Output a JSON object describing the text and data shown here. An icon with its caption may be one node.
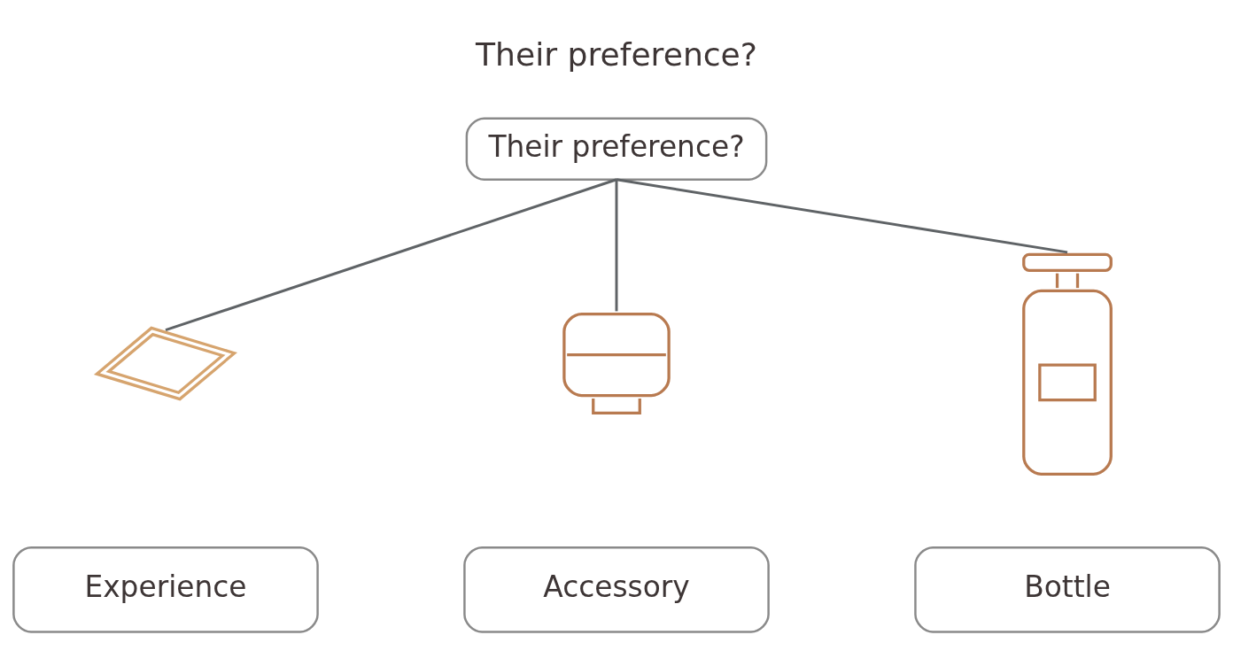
{
  "diagram": {
    "title": "Their preference?",
    "nodes": [
      {
        "text": [
          "Their preference?"
        ]
      },
      {
        "text": [],
        "shape": "picture"
      },
      {
        "text": [],
        "shape": "picture"
      },
      {
        "text": [],
        "shape": "picture"
      },
      {
        "text": [
          "Experience"
        ]
      },
      {
        "text": [
          "Accessory"
        ]
      },
      {
        "text": [
          "Bottle"
        ]
      }
    ],
    "edges": [
      {
        "from": 0,
        "to": 1,
        "arrow": "none"
      },
      {
        "from": 0,
        "to": 2,
        "arrow": "none"
      },
      {
        "from": 0,
        "to": 3,
        "arrow": "none"
      }
    ]
  }
}
